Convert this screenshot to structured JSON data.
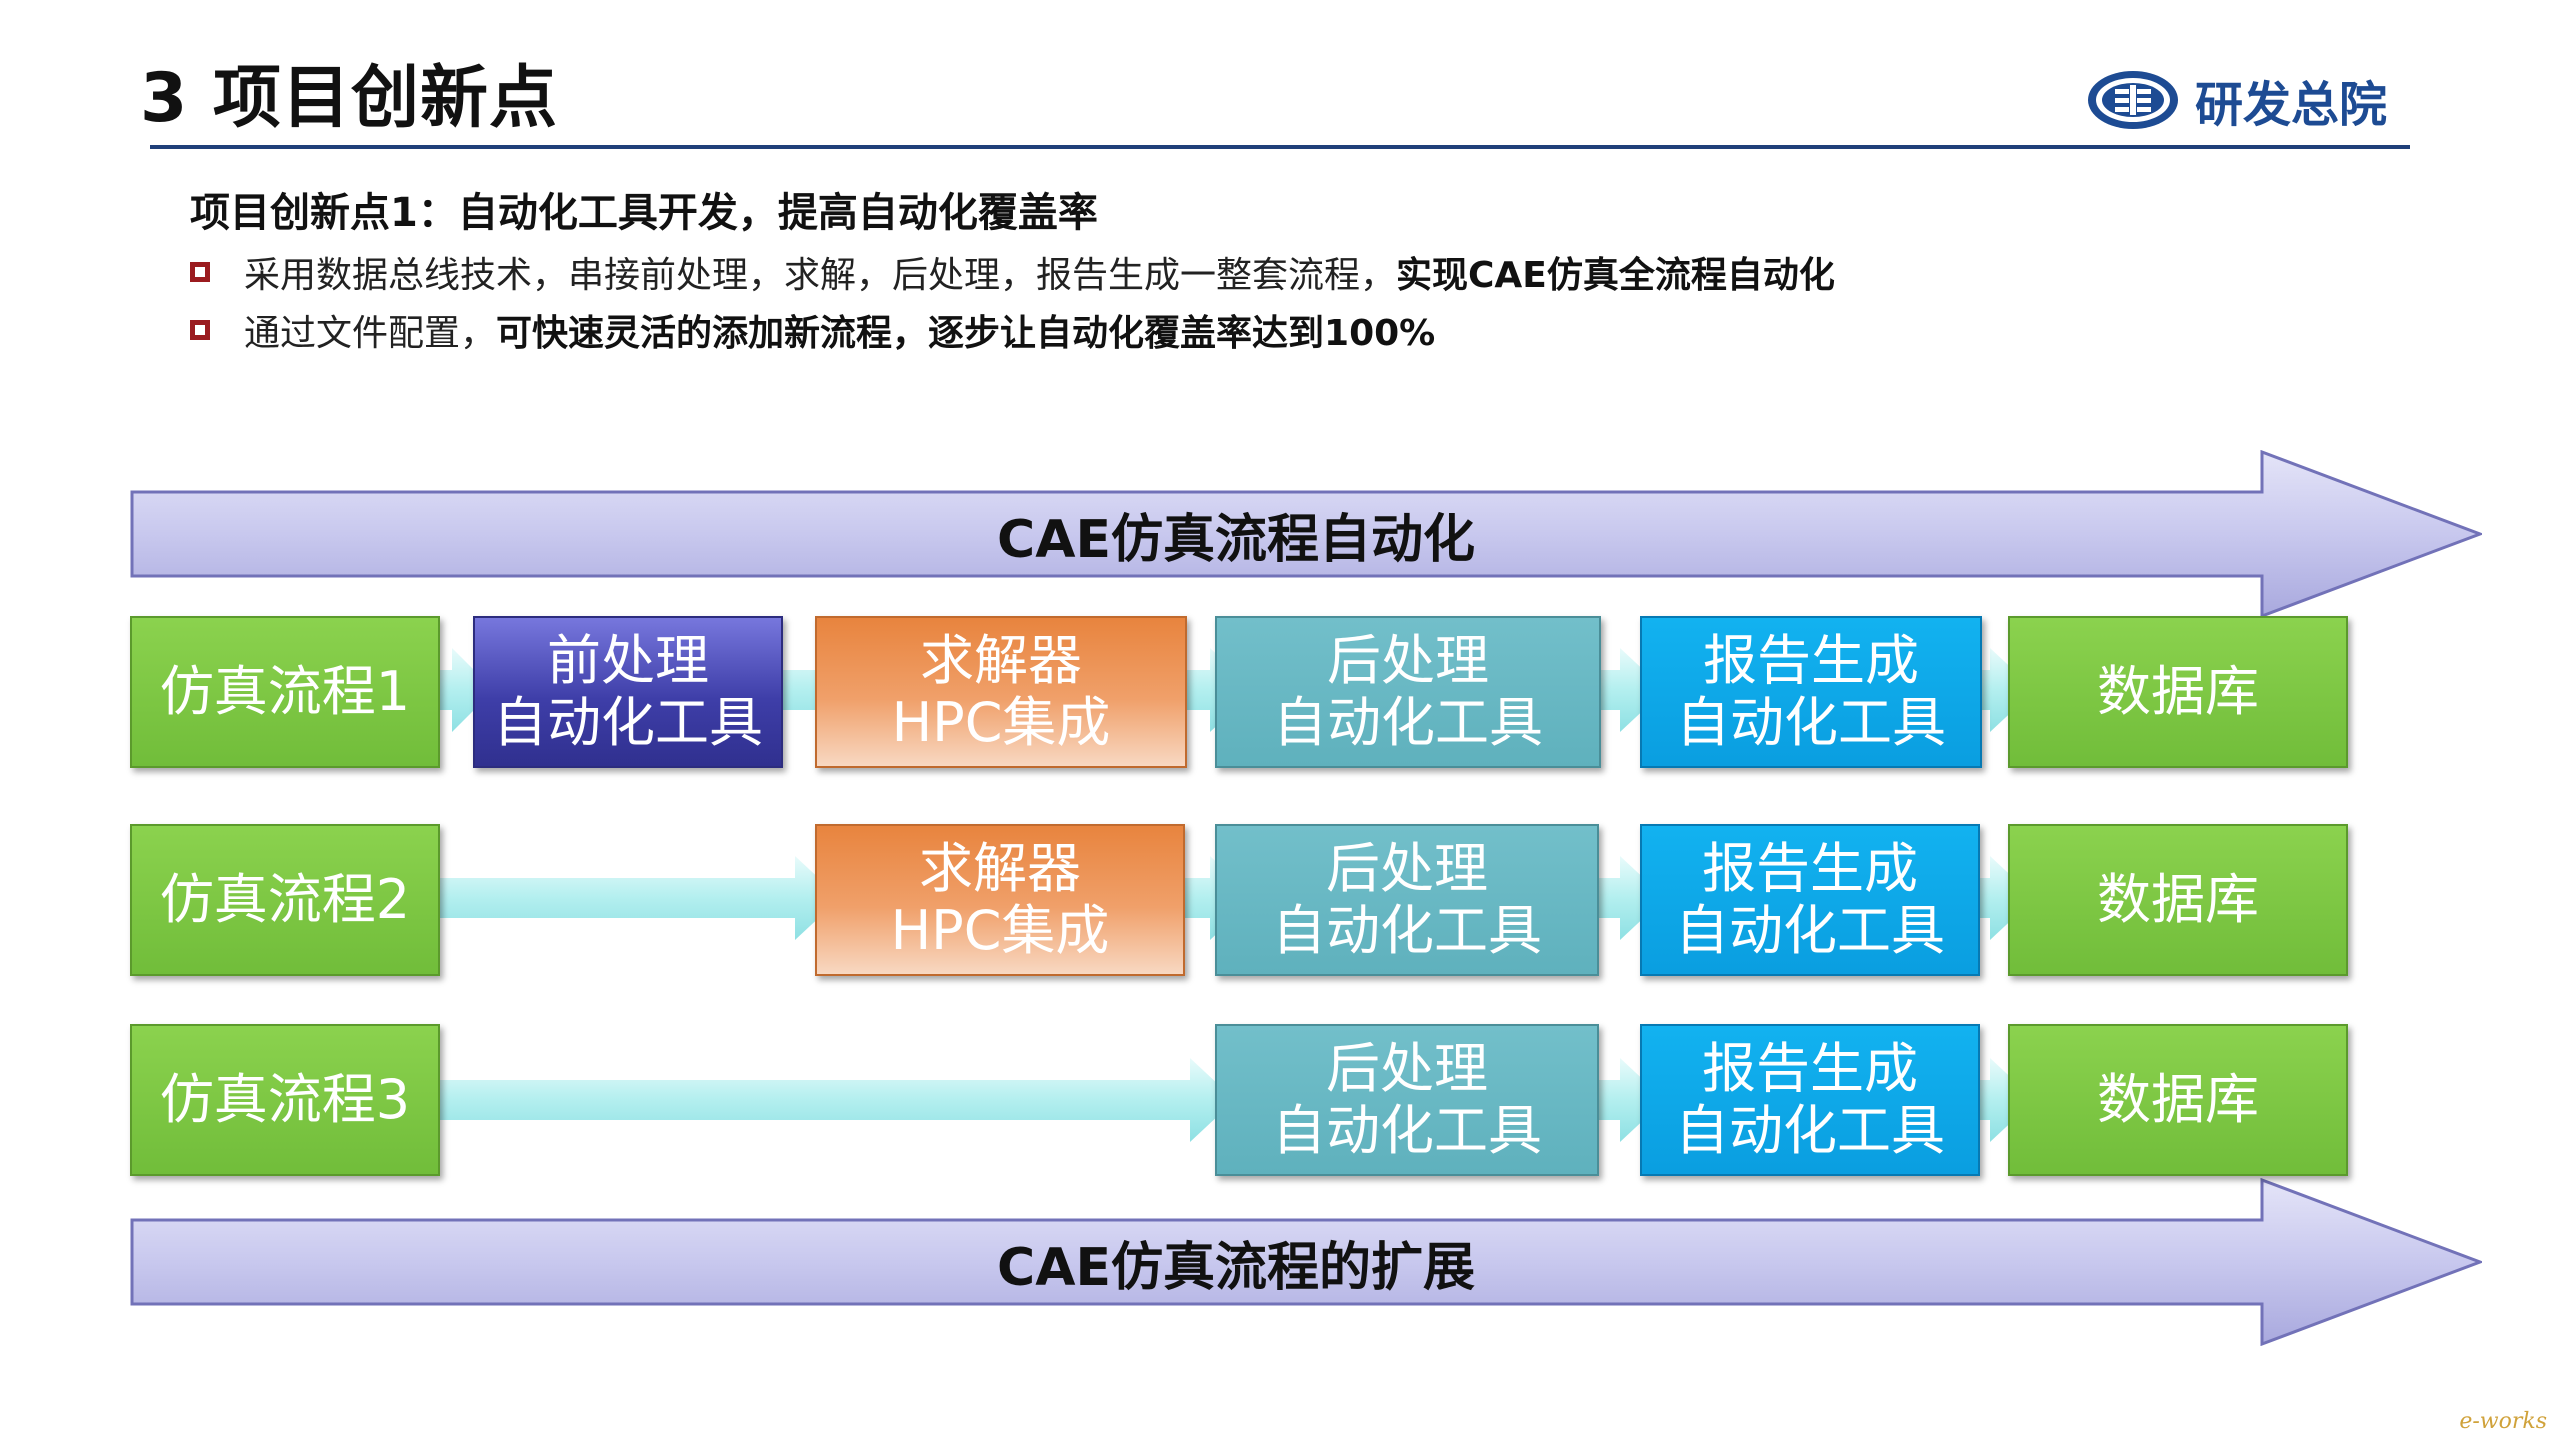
{
  "header": {
    "title": "3 项目创新点",
    "logo_text": "研发总院"
  },
  "content": {
    "subtitle": "项目创新点1：自动化工具开发，提高自动化覆盖率",
    "bullets": [
      {
        "normal": "采用数据总线技术，串接前处理，求解，后处理，报告生成一整套流程，",
        "bold": "实现CAE仿真全流程自动化"
      },
      {
        "normal": "通过文件配置，",
        "bold": "可快速灵活的添加新流程，逐步让自动化覆盖率达到100%"
      }
    ]
  },
  "diagram": {
    "top_arrow": "CAE仿真流程自动化",
    "bottom_arrow": "CAE仿真流程的扩展",
    "rows": [
      {
        "start": "仿真流程1",
        "steps": [
          {
            "line1": "前处理",
            "line2": "自动化工具"
          },
          {
            "line1": "求解器",
            "line2": "HPC集成"
          },
          {
            "line1": "后处理",
            "line2": "自动化工具"
          },
          {
            "line1": "报告生成",
            "line2": "自动化工具"
          },
          {
            "line1": "数据库",
            "line2": ""
          }
        ]
      },
      {
        "start": "仿真流程2",
        "steps": [
          {
            "line1": "求解器",
            "line2": "HPC集成"
          },
          {
            "line1": "后处理",
            "line2": "自动化工具"
          },
          {
            "line1": "报告生成",
            "line2": "自动化工具"
          },
          {
            "line1": "数据库",
            "line2": ""
          }
        ]
      },
      {
        "start": "仿真流程3",
        "steps": [
          {
            "line1": "后处理",
            "line2": "自动化工具"
          },
          {
            "line1": "报告生成",
            "line2": "自动化工具"
          },
          {
            "line1": "数据库",
            "line2": ""
          }
        ]
      }
    ]
  },
  "watermark": "e-works"
}
